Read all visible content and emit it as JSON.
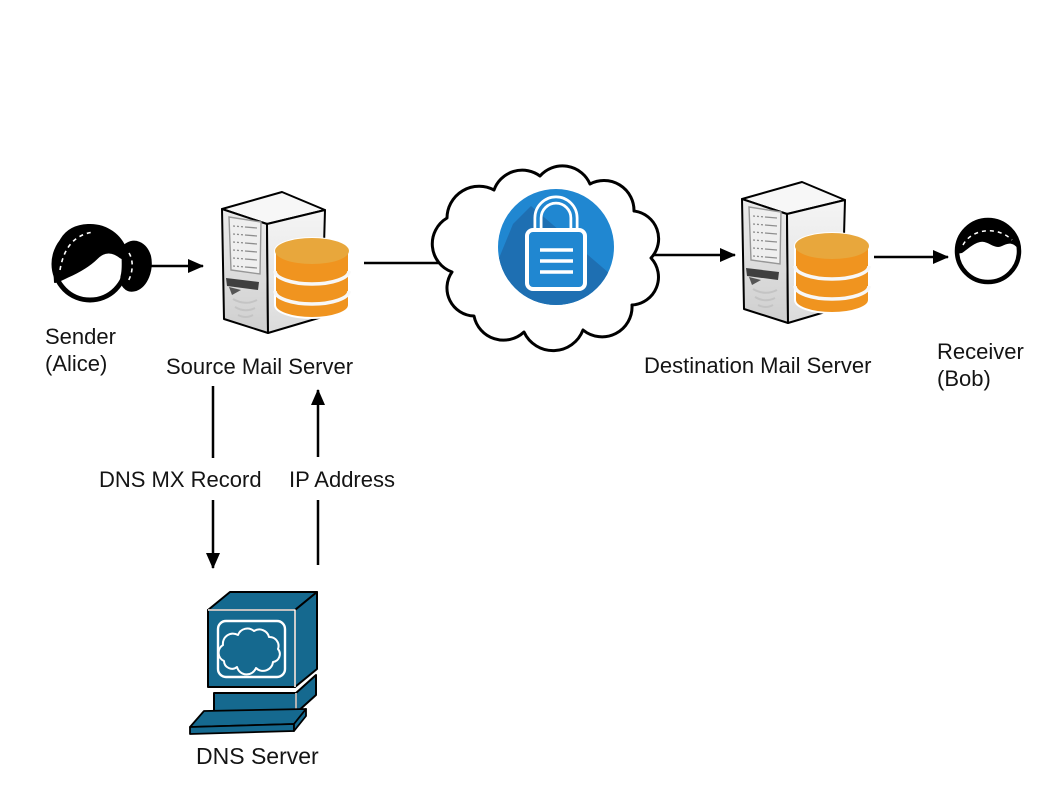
{
  "diagram": {
    "labels": {
      "sender_line1": "Sender",
      "sender_line2": "(Alice)",
      "source_server": "Source Mail Server",
      "destination_server": "Destination Mail Server",
      "receiver_line1": "Receiver",
      "receiver_line2": "(Bob)",
      "dns_query": "DNS MX Record",
      "dns_response": "IP Address",
      "dns_server": "DNS Server"
    },
    "icons": {
      "sender": "person-avatar-icon",
      "source_server": "server-tower-with-database-icon",
      "internet": "cloud-with-padlock-icon",
      "destination_server": "server-tower-with-database-icon",
      "receiver": "person-avatar-icon",
      "dns_server": "computer-with-cloud-screen-icon"
    },
    "colors": {
      "background": "#FFFFFF",
      "outline": "#000000",
      "database_orange": "#F0941F",
      "database_top_orange": "#E8A73C",
      "database_separator": "#F7F7F7",
      "lock_circle_blue": "#2087D1",
      "lock_circle_shadow_blue": "#1E6FB2",
      "lock_glyph_white": "#FFFFFF",
      "dns_server_blue": "#15698F",
      "server_body_gray": "#E6E6E6"
    }
  }
}
